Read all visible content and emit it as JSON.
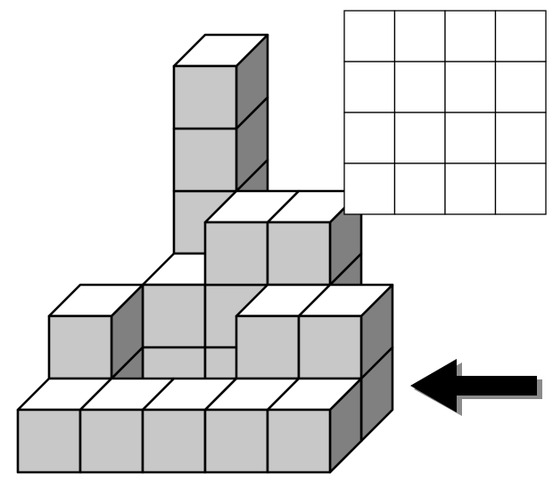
{
  "colors": {
    "front_face": "#c8c8c8",
    "side_face": "#808080",
    "top_face": "#ffffff",
    "edge": "#000000",
    "arrow_fill": "#000000",
    "arrow_shadow": "#8a8a8a"
  },
  "view_grid": {
    "rows": 4,
    "columns": 4
  },
  "arrow": {
    "direction": "left"
  },
  "cube_stack": {
    "layers": [
      {
        "level": 1,
        "cubes": [
          [
            0,
            0
          ],
          [
            1,
            0
          ],
          [
            2,
            0
          ],
          [
            3,
            0
          ],
          [
            4,
            0
          ],
          [
            0,
            1
          ],
          [
            3,
            1
          ],
          [
            4,
            1
          ],
          [
            0,
            2
          ],
          [
            1,
            2
          ],
          [
            2,
            2
          ],
          [
            3,
            2
          ],
          [
            1,
            3
          ]
        ]
      },
      {
        "level": 2,
        "cubes": [
          [
            0,
            1
          ],
          [
            3,
            1
          ],
          [
            4,
            1
          ],
          [
            1,
            2
          ],
          [
            2,
            2
          ],
          [
            3,
            2
          ],
          [
            1,
            3
          ]
        ]
      },
      {
        "level": 3,
        "cubes": [
          [
            2,
            2
          ],
          [
            3,
            2
          ],
          [
            1,
            3
          ]
        ]
      },
      {
        "level": 4,
        "cubes": [
          [
            1,
            3
          ]
        ]
      },
      {
        "level": 5,
        "cubes": [
          [
            1,
            3
          ]
        ]
      }
    ]
  }
}
